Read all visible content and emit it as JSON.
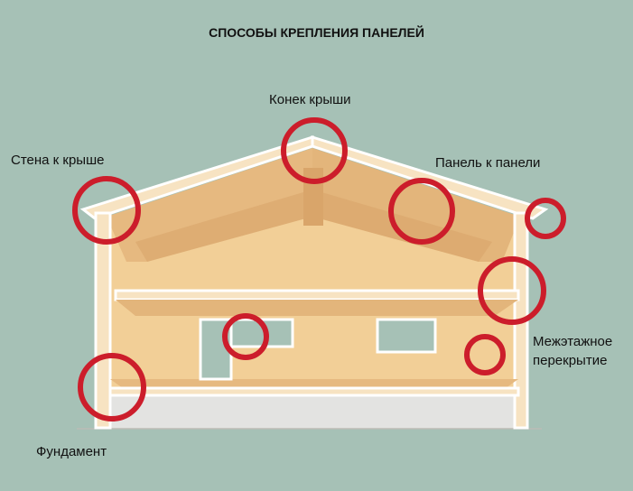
{
  "title": "СПОСОБЫ КРЕПЛЕНИЯ ПАНЕЛЕЙ",
  "labels": {
    "roof_ridge": "Конек крыши",
    "wall_to_roof": "Стена к крыше",
    "panel_to_panel": "Панель к панели",
    "floor_slab_line1": "Межэтажное",
    "floor_slab_line2": "перекрытие",
    "foundation": "Фундамент"
  },
  "colors": {
    "background": "#a6c1b6",
    "panel_light": "#f2cf97",
    "panel_mid": "#e6b980",
    "panel_dark": "#d9a56a",
    "outline": "#ffffff",
    "foundation": "#e3e3e1",
    "highlight_ring": "#cc1d2b",
    "window": "#a6c1b6"
  }
}
